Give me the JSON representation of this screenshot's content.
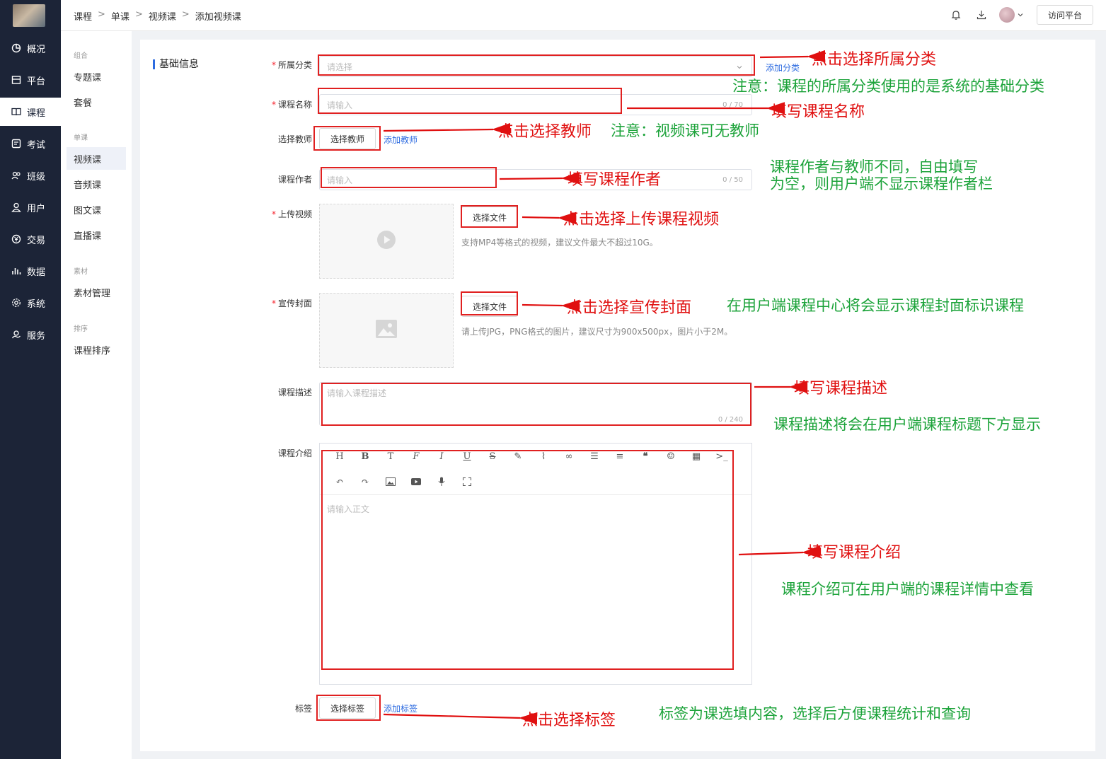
{
  "nav": {
    "items": [
      {
        "label": "概况",
        "icon": "pie-chart-icon"
      },
      {
        "label": "平台",
        "icon": "store-icon"
      },
      {
        "label": "课程",
        "icon": "book-icon"
      },
      {
        "label": "考试",
        "icon": "exam-icon"
      },
      {
        "label": "班级",
        "icon": "group-icon"
      },
      {
        "label": "用户",
        "icon": "user-icon"
      },
      {
        "label": "交易",
        "icon": "yen-circle-icon"
      },
      {
        "label": "数据",
        "icon": "bar-chart-icon"
      },
      {
        "label": "系统",
        "icon": "gear-icon"
      },
      {
        "label": "服务",
        "icon": "service-icon"
      }
    ],
    "active_index": 2
  },
  "header": {
    "breadcrumb": [
      "课程",
      "单课",
      "视频课",
      "添加视频课"
    ],
    "visit_label": "访问平台"
  },
  "subnav": {
    "groups": [
      {
        "title": "组合",
        "items": [
          "专题课",
          "套餐"
        ]
      },
      {
        "title": "单课",
        "items": [
          "视频课",
          "音频课",
          "图文课",
          "直播课"
        ]
      },
      {
        "title": "素材",
        "items": [
          "素材管理"
        ]
      },
      {
        "title": "排序",
        "items": [
          "课程排序"
        ]
      }
    ],
    "active_item": "视频课"
  },
  "form": {
    "section_title": "基础信息",
    "category": {
      "label": "所属分类",
      "placeholder": "请选择",
      "add_link": "添加分类"
    },
    "name": {
      "label": "课程名称",
      "placeholder": "请输入",
      "counter": "0 / 70"
    },
    "teacher": {
      "label": "选择教师",
      "button": "选择教师",
      "add_link": "添加教师"
    },
    "author": {
      "label": "课程作者",
      "placeholder": "请输入",
      "counter": "0 / 50"
    },
    "video": {
      "label": "上传视频",
      "button": "选择文件",
      "hint": "支持MP4等格式的视频，建议文件最大不超过10G。"
    },
    "cover": {
      "label": "宣传封面",
      "button": "选择文件",
      "hint": "请上传JPG，PNG格式的图片，建议尺寸为900x500px，图片小于2M。"
    },
    "desc": {
      "label": "课程描述",
      "placeholder": "请输入课程描述",
      "counter": "0 / 240"
    },
    "intro": {
      "label": "课程介绍",
      "placeholder": "请输入正文",
      "toolbar_row1": [
        "H",
        "B",
        "T",
        "F",
        "I",
        "U",
        "S",
        "pen",
        "brush",
        "link",
        "list",
        "align",
        "quote",
        "emoji",
        "table",
        "code"
      ],
      "toolbar_row2": [
        "undo",
        "redo",
        "image",
        "video",
        "mic",
        "fullscreen"
      ]
    },
    "tag": {
      "label": "标签",
      "button": "选择标签",
      "add_link": "添加标签"
    }
  },
  "annotations": {
    "red": {
      "category": "点击选择所属分类",
      "name": "填写课程名称",
      "teacher": "点击选择教师",
      "author": "填写课程作者",
      "video": "点击选择上传课程视频",
      "cover": "点击选择宣传封面",
      "desc": "填写课程描述",
      "intro": "填写课程介绍",
      "tag": "点击选择标签"
    },
    "green": {
      "category": "注意：课程的所属分类使用的是系统的基础分类",
      "teacher": "注意：视频课可无教师",
      "author_line1": "课程作者与教师不同，自由填写",
      "author_line2": "为空，则用户端不显示课程作者栏",
      "cover": "在用户端课程中心将会显示课程封面标识课程",
      "desc": "课程描述将会在用户端课程标题下方显示",
      "intro": "课程介绍可在用户端的课程详情中查看",
      "tag": "标签为课选填内容，选择后方便课程统计和查询"
    }
  }
}
